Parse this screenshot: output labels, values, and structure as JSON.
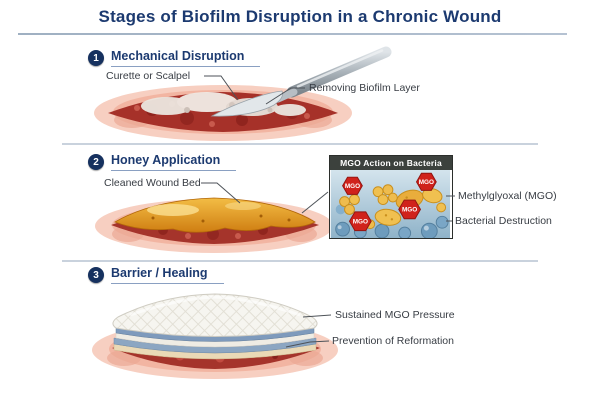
{
  "header": {
    "title": "Stages of Biofilm Disruption in a Chronic Wound"
  },
  "stages": [
    {
      "number": "1",
      "title": "Mechanical Disruption",
      "labels": {
        "tool": "Curette or Scalpel",
        "action": "Removing Biofilm Layer"
      }
    },
    {
      "number": "2",
      "title": "Honey Application",
      "labels": {
        "wound": "Cleaned Wound Bed",
        "mgo": "Methylglyoxal (MGO)",
        "destruction": "Bacterial Destruction"
      },
      "inset": {
        "title": "MGO Action on Bacteria",
        "badges": [
          "MGO",
          "MGO",
          "MGO",
          "MGO"
        ]
      }
    },
    {
      "number": "3",
      "title": "Barrier / Healing",
      "labels": {
        "pressure": "Sustained MGO Pressure",
        "prevention": "Prevention of Reformation"
      }
    }
  ],
  "colors": {
    "accent_navy": "#1c3a70",
    "mgo_badge_red": "#d0221c",
    "honey_amber": "#e8a226",
    "wound_red": "#a5342b"
  }
}
